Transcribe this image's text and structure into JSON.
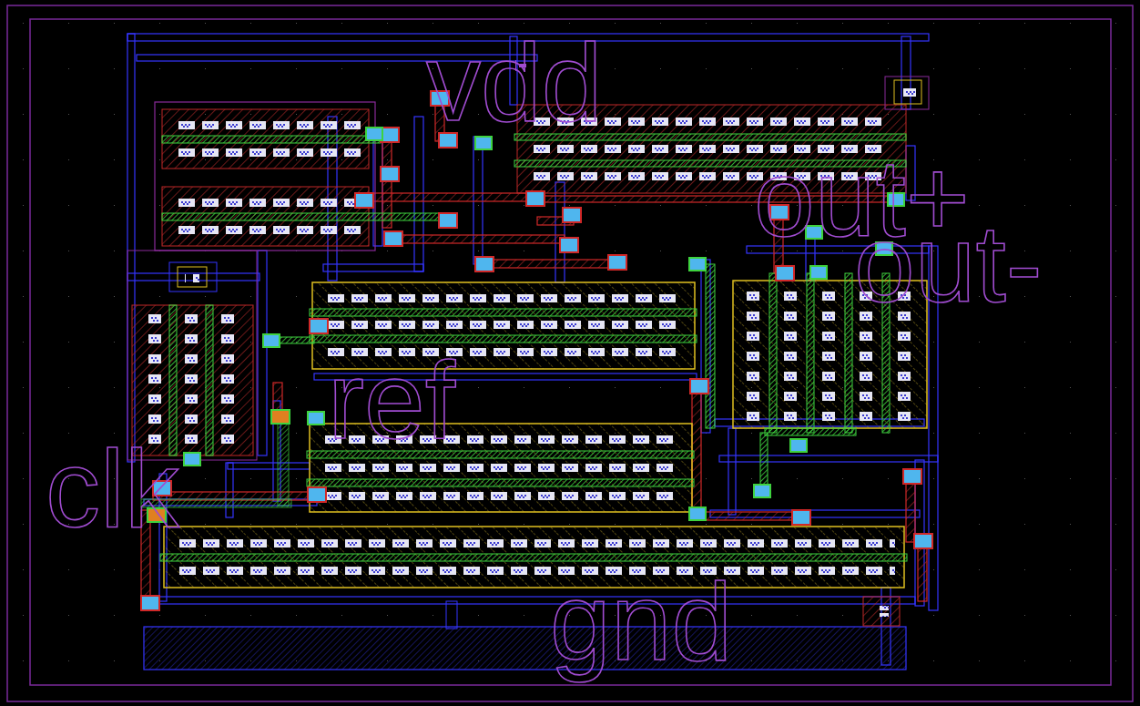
{
  "diagram": {
    "labels": [
      "vdd",
      "out+",
      "out-",
      "ref",
      "clk",
      "gnd"
    ]
  }
}
